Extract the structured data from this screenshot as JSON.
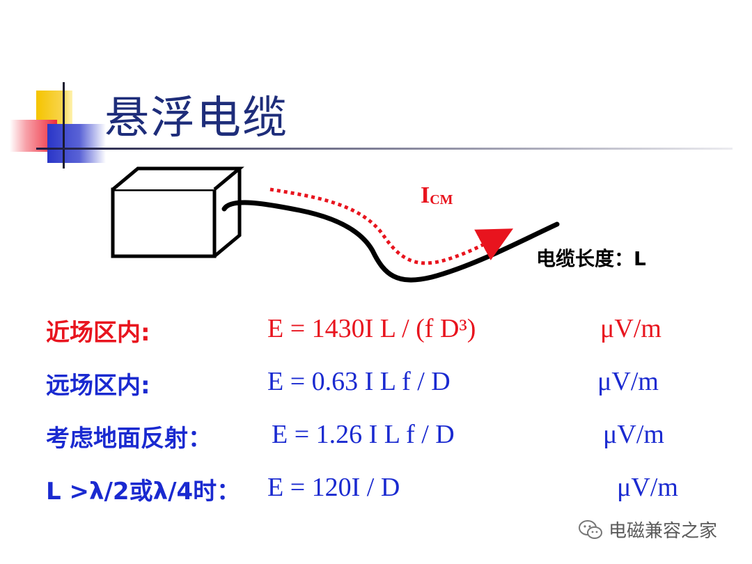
{
  "title": "悬浮电缆",
  "diagram": {
    "current_label_main": "I",
    "current_label_sub": "CM",
    "cable_length_label": "电缆长度：L",
    "colors": {
      "current": "#e8141e",
      "cable": "#000000"
    }
  },
  "formulas": [
    {
      "label": "近场区内:",
      "formula": "E = 1430I L  / (f D³)",
      "unit": "μV/m",
      "color": "#e8141e"
    },
    {
      "label": "远场区内:",
      "formula": "E = 0.63 I L f  / D",
      "unit": "μV/m",
      "color": "#1a2ad0"
    },
    {
      "label": "考虑地面反射：",
      "formula": "E = 1.26 I L f  / D",
      "unit": "μV/m",
      "color": "#1a2ad0"
    },
    {
      "label": "L >λ/2或λ/4时：",
      "formula": "E = 120I  / D",
      "unit": "μV/m",
      "color": "#1a2ad0"
    }
  ],
  "watermark": {
    "text": "电磁兼容之家",
    "icon": "wechat-icon"
  },
  "colors": {
    "title": "#1e2d7a",
    "accent_red": "#e8141e",
    "accent_blue": "#1a2ad0"
  }
}
